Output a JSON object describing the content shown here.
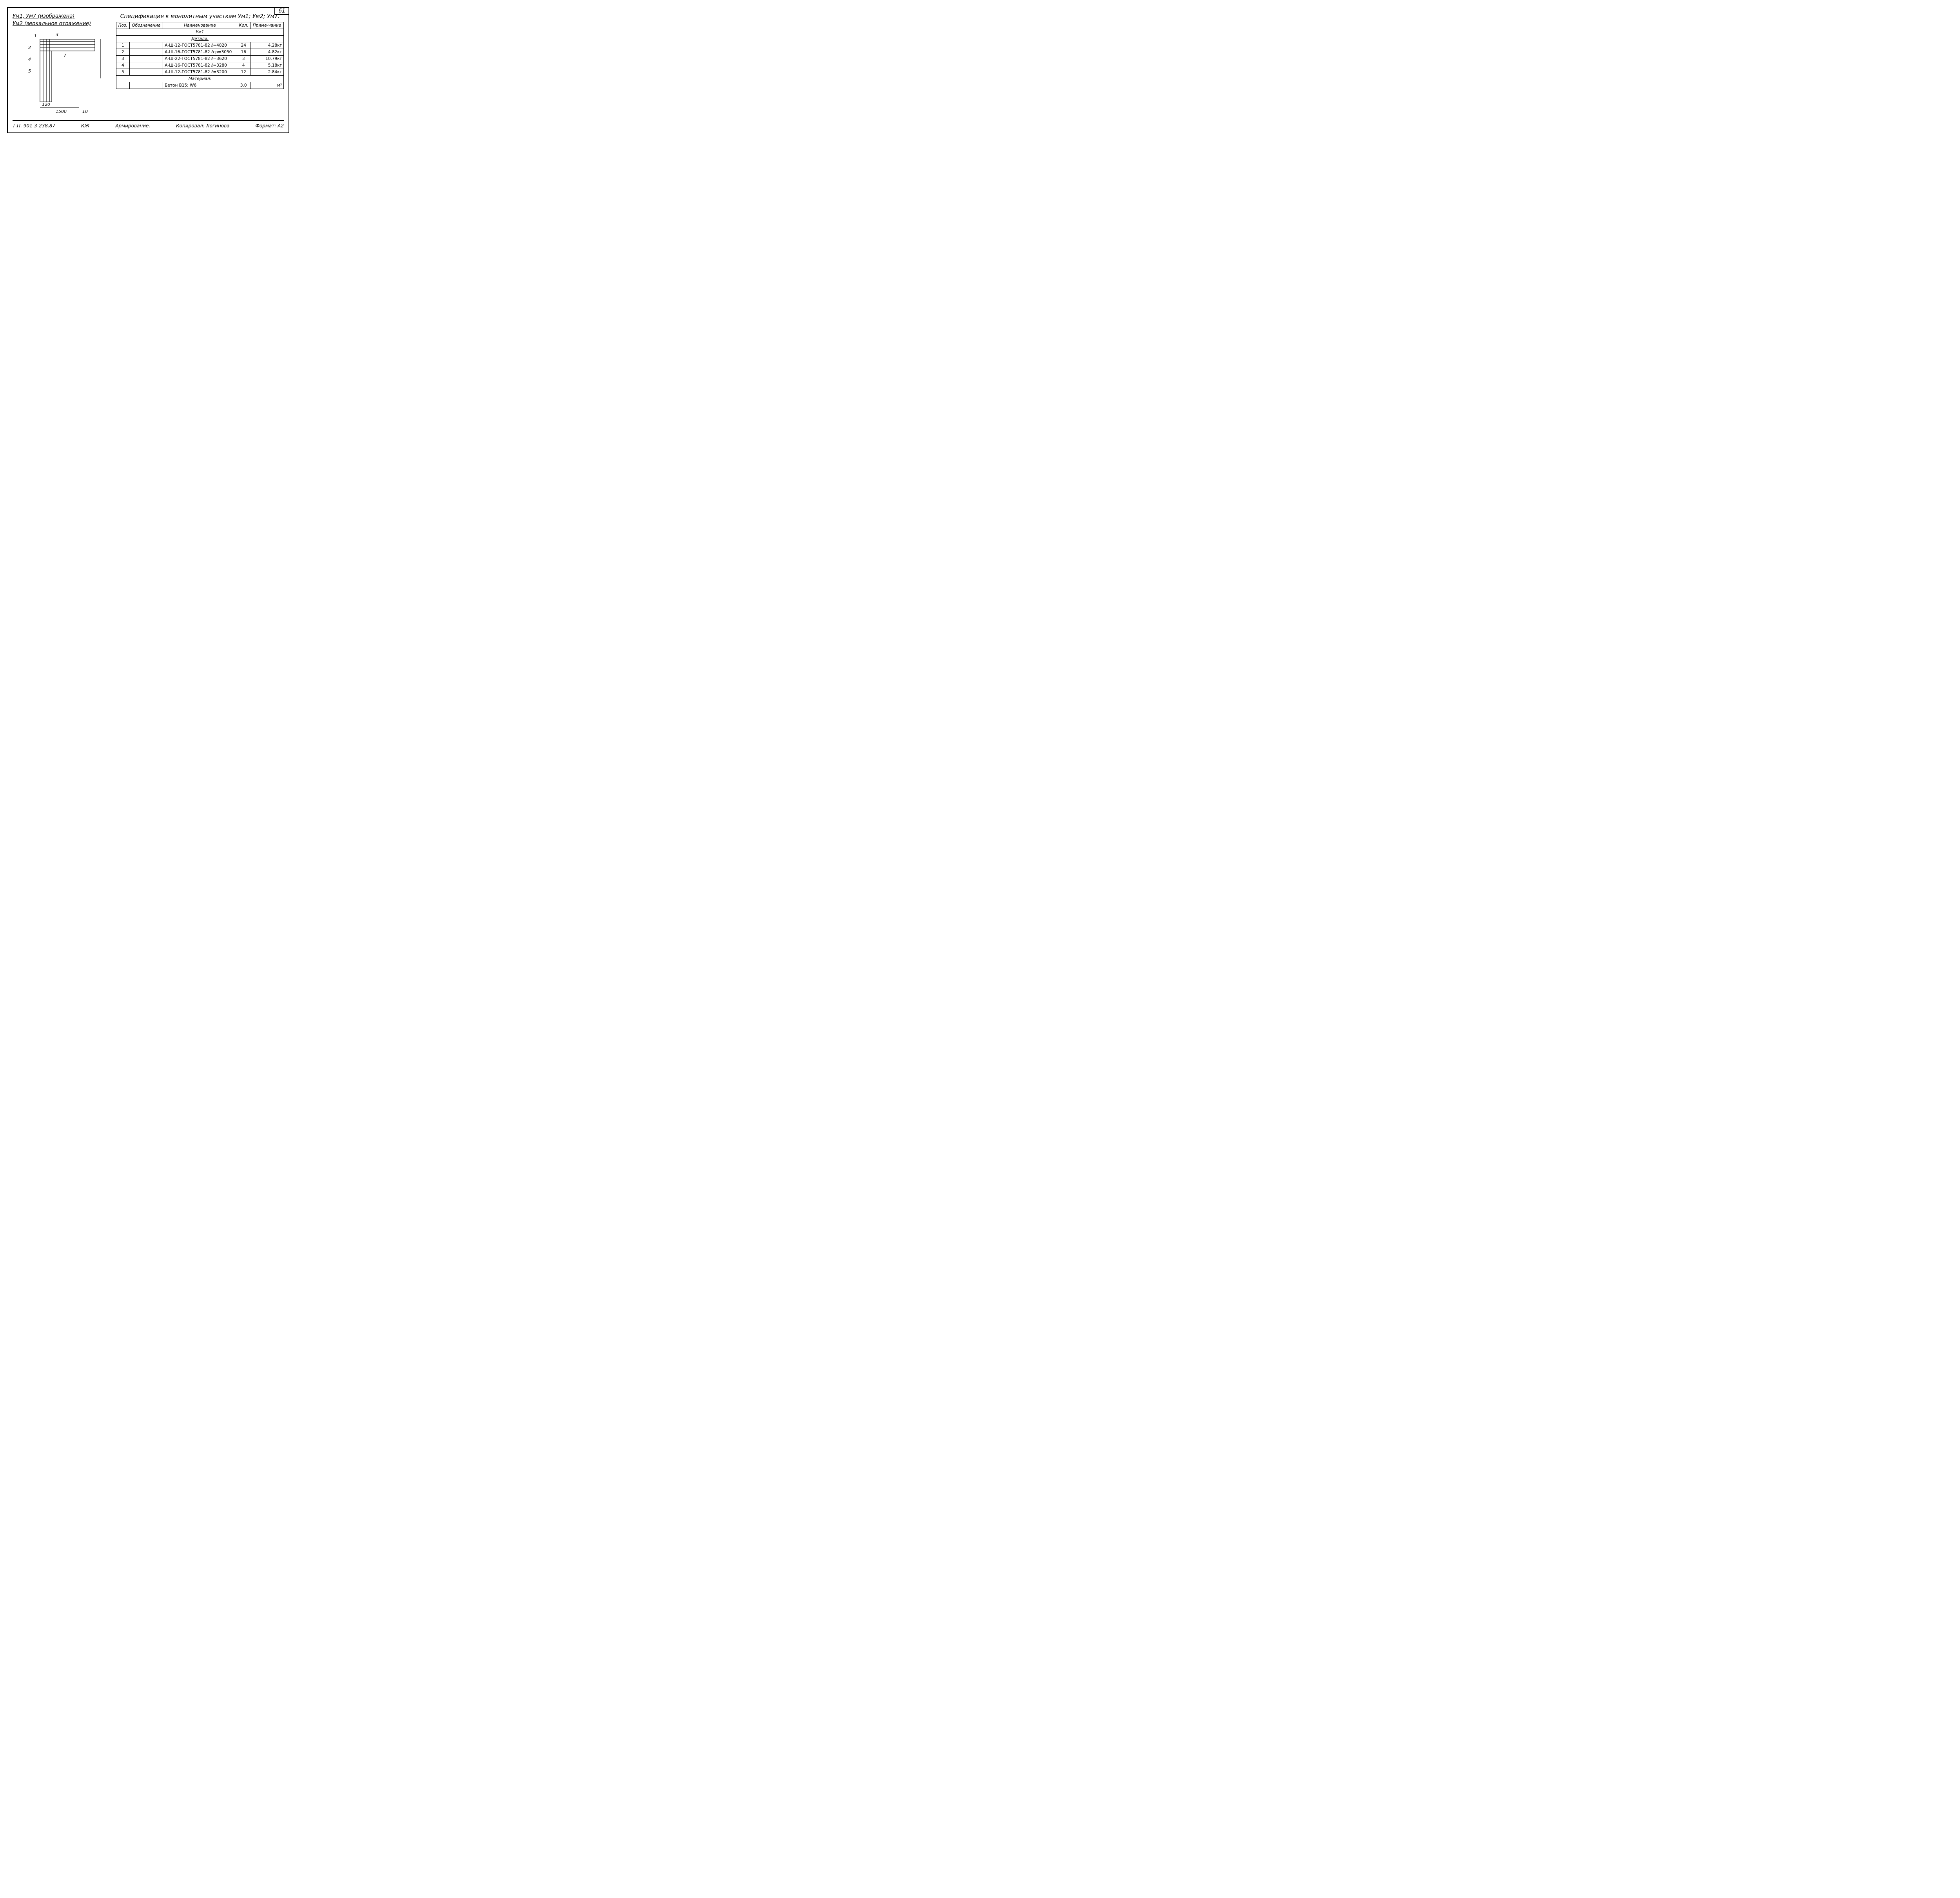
{
  "sheet": {
    "number": "61"
  },
  "plan": {
    "title_line1": "Ум1, Ум7 (изображена)",
    "title_line2": "Ум2 (зеркальное отражение)",
    "marks": [
      "1",
      "2",
      "3",
      "4",
      "5",
      "7"
    ],
    "dims": [
      "1500",
      "120",
      "10"
    ]
  },
  "spec": {
    "title": "Спецификация к монолитным участкам Ум1; Ум2; Ум7.",
    "headers": {
      "pos": "Поз.",
      "designation": "Обозначение",
      "name": "Наименование",
      "qty": "Кол.",
      "note": "Приме-чание"
    },
    "group1": "Ум1",
    "details": "Детали.",
    "items": [
      {
        "pos": "1",
        "name": "А-Ш-12-ГОСТ5781-82 ℓ=4820",
        "qty": "24",
        "note": "4.28кг"
      },
      {
        "pos": "2",
        "name": "А-Ш-16-ГОСТ5781-82 ℓср=3050",
        "qty": "16",
        "note": "4.82кг"
      },
      {
        "pos": "3",
        "name": "А-Ш-22-ГОСТ5781-82 ℓ=3620",
        "qty": "3",
        "note": "10.79кг"
      },
      {
        "pos": "4",
        "name": "А-Ш-16-ГОСТ5781-82 ℓ=3280",
        "qty": "4",
        "note": "5.18кг"
      },
      {
        "pos": "5",
        "name": "А-Ш-12-ГОСТ5781-82 ℓ=3200",
        "qty": "12",
        "note": "2.84кг"
      }
    ],
    "material": "Материал:",
    "concrete": {
      "name": "Бетон В15; W6",
      "qty": "3.0",
      "note": "м³"
    }
  },
  "footer": {
    "doc": "Т.П. 901-3-238.87",
    "mark": "КЖ",
    "title": "Армирование.",
    "copied": "Копировал: Логинова",
    "format": "Формат: А2"
  }
}
